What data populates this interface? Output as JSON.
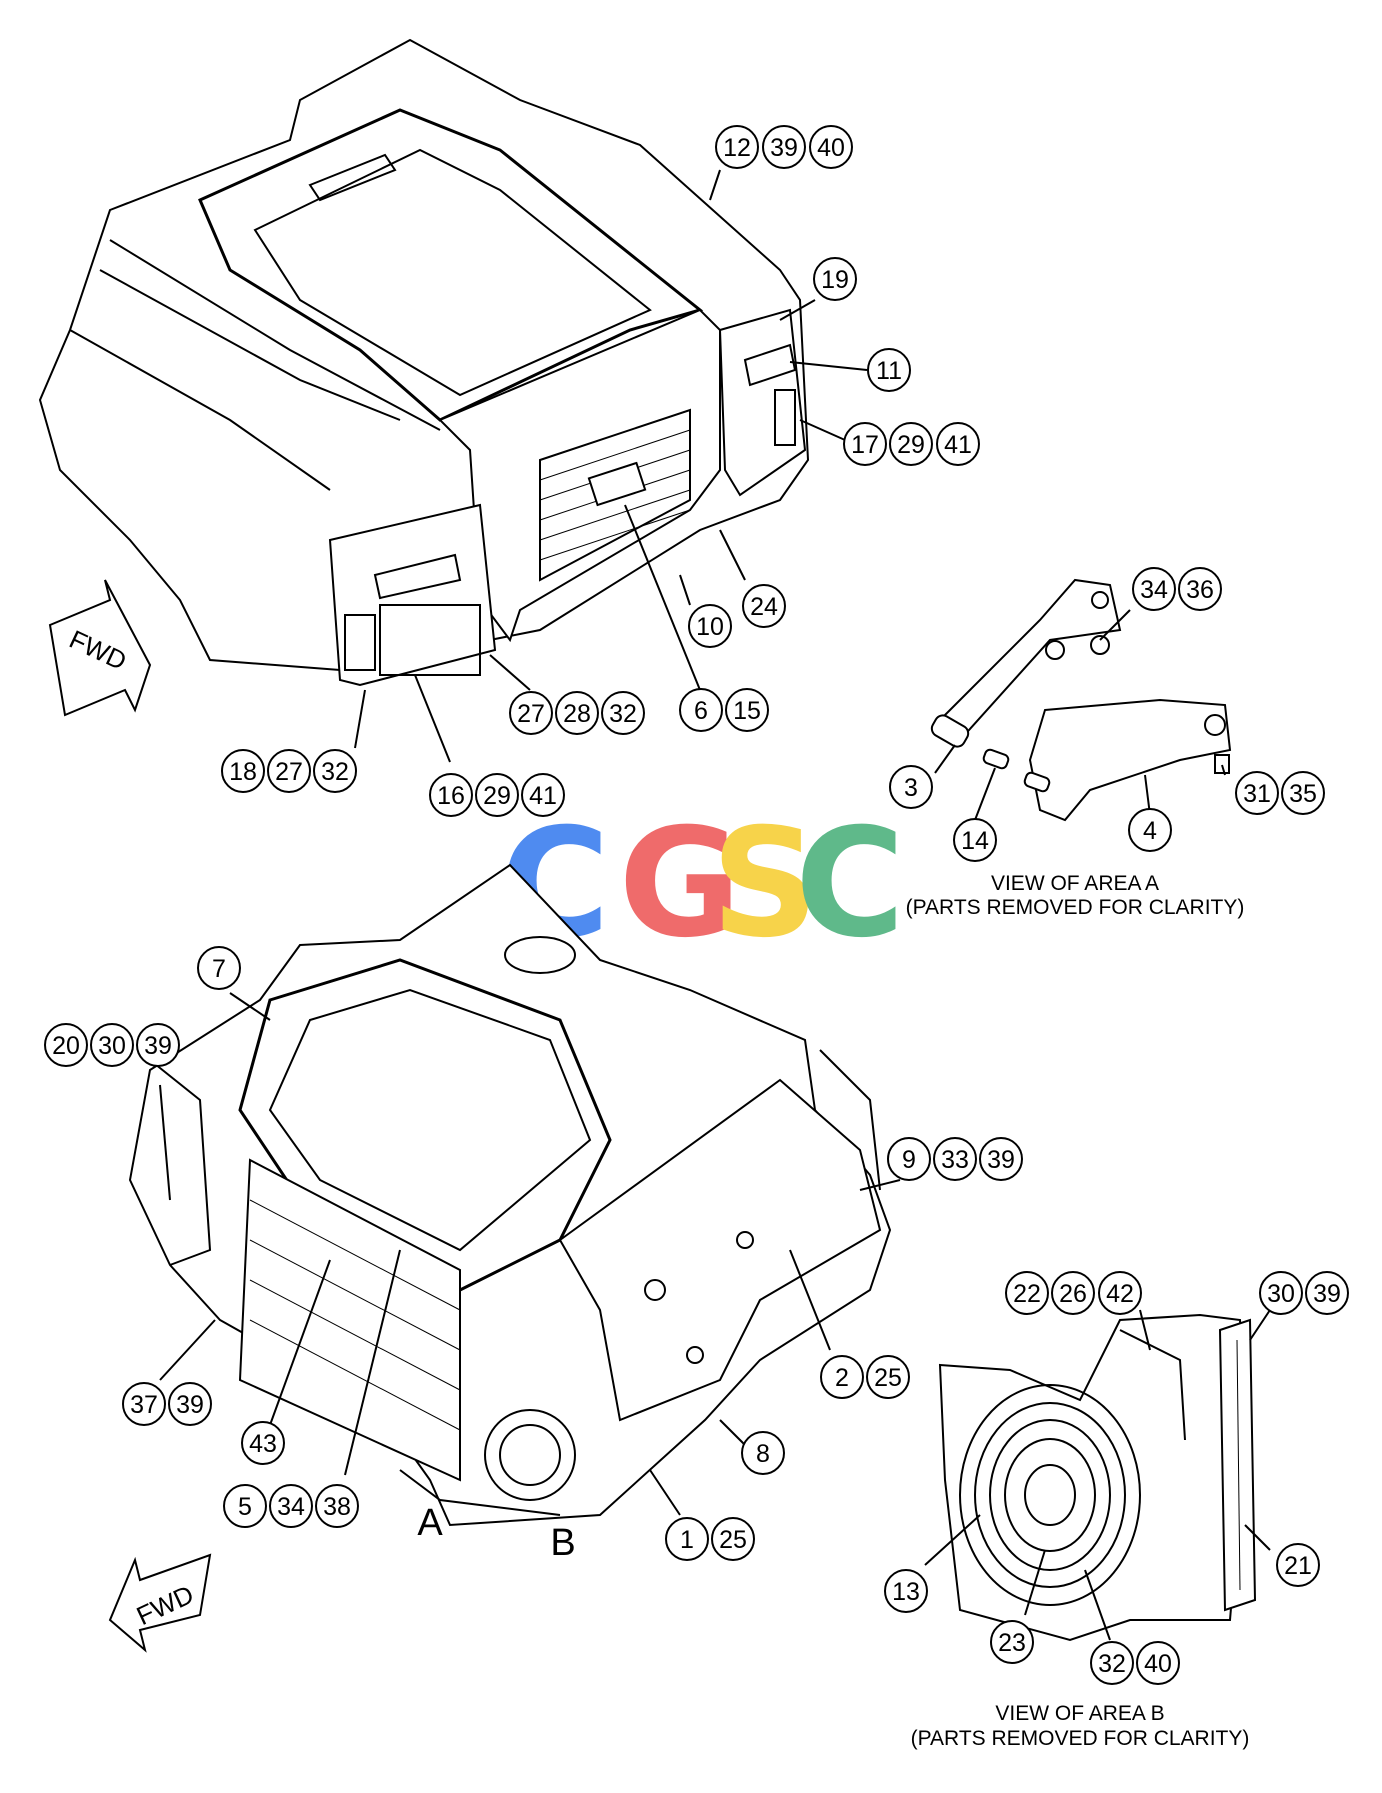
{
  "watermark": {
    "letters": [
      "C",
      "G",
      "S",
      "C"
    ],
    "colors": [
      "#4f8bf0",
      "#ef6b6b",
      "#f7d34a",
      "#5fb98a"
    ]
  },
  "fwd_label": "FWD",
  "captions": {
    "area_a_line1": "VIEW OF AREA A",
    "area_a_line2": "(PARTS REMOVED FOR CLARITY)",
    "area_b_line1": "VIEW OF AREA B",
    "area_b_line2": "(PARTS REMOVED FOR CLARITY)"
  },
  "area_letters": {
    "a": "A",
    "b": "B"
  },
  "callouts": {
    "c_12": "12",
    "c_39a": "39",
    "c_40a": "40",
    "c_19": "19",
    "c_11": "11",
    "c_17": "17",
    "c_29a": "29",
    "c_41a": "41",
    "c_24": "24",
    "c_10": "10",
    "c_6": "6",
    "c_15": "15",
    "c_27a": "27",
    "c_28": "28",
    "c_32a": "32",
    "c_18": "18",
    "c_27b": "27",
    "c_32b": "32",
    "c_16": "16",
    "c_29b": "29",
    "c_41b": "41",
    "c_34a": "34",
    "c_36": "36",
    "c_3": "3",
    "c_14": "14",
    "c_4": "4",
    "c_31": "31",
    "c_35": "35",
    "c_7": "7",
    "c_20": "20",
    "c_30a": "30",
    "c_39b": "39",
    "c_9": "9",
    "c_33": "33",
    "c_39c": "39",
    "c_22": "22",
    "c_26": "26",
    "c_42": "42",
    "c_30b": "30",
    "c_39d": "39",
    "c_2": "2",
    "c_25a": "25",
    "c_37": "37",
    "c_39e": "39",
    "c_8": "8",
    "c_43": "43",
    "c_5": "5",
    "c_34b": "34",
    "c_38": "38",
    "c_1": "1",
    "c_25b": "25",
    "c_13": "13",
    "c_21": "21",
    "c_23": "23",
    "c_32c": "32",
    "c_40b": "40"
  }
}
